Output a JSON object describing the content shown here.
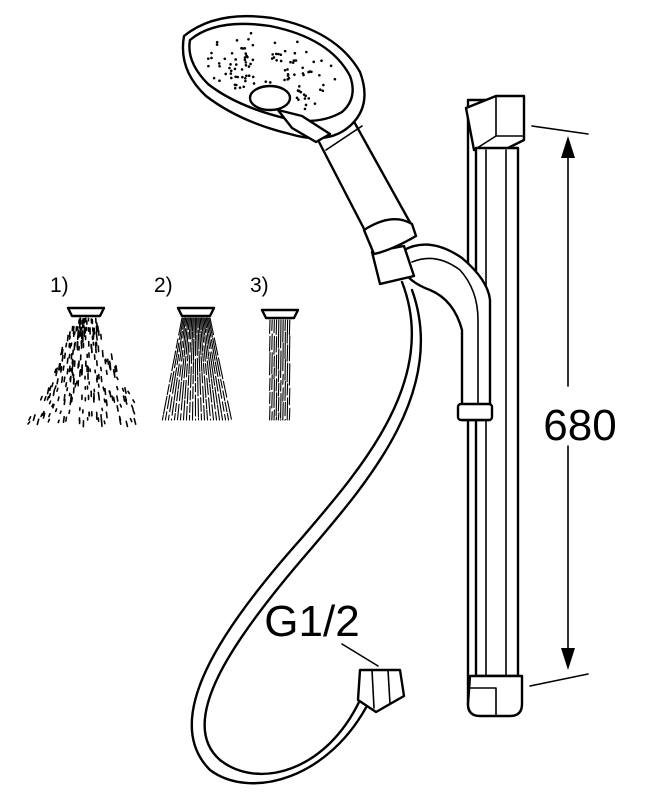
{
  "spray_modes": [
    {
      "label": "1)",
      "kind": "rain"
    },
    {
      "label": "2)",
      "kind": "wide-jet"
    },
    {
      "label": "3)",
      "kind": "narrow-jet"
    }
  ],
  "dimension": {
    "height_label": "680"
  },
  "connector": {
    "thread_label": "G1/2"
  },
  "colors": {
    "line": "#000000",
    "background": "#ffffff"
  }
}
